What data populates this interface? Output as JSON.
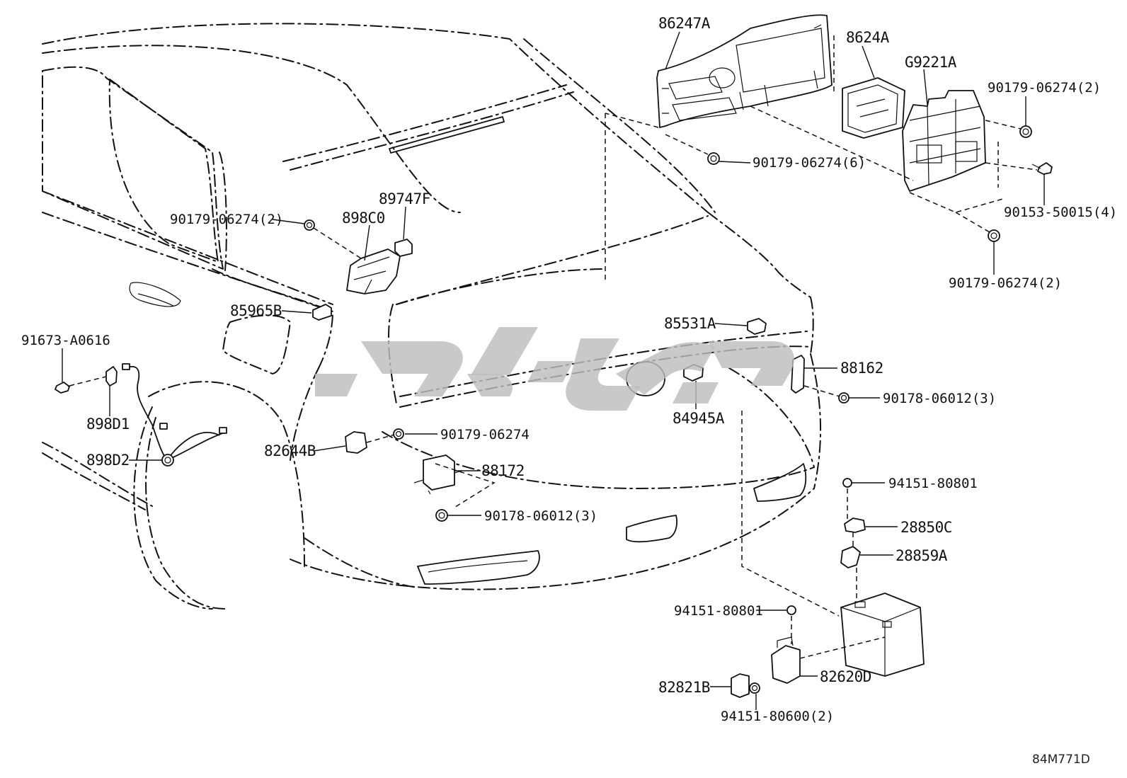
{
  "diagram": {
    "reference_code": "84M771D",
    "part_labels": [
      {
        "id": "p86247A",
        "text": "86247A"
      },
      {
        "id": "p8624A",
        "text": "8624A"
      },
      {
        "id": "pG9221A",
        "text": "G9221A"
      },
      {
        "id": "p90179_06274_2_a",
        "text": "90179-06274(2)"
      },
      {
        "id": "p90179_06274_6",
        "text": "90179-06274(6)"
      },
      {
        "id": "p90153_50015_4",
        "text": "90153-50015(4)"
      },
      {
        "id": "p90179_06274_2_b",
        "text": "90179-06274(2)"
      },
      {
        "id": "p89747F",
        "text": "89747F"
      },
      {
        "id": "p898C0",
        "text": "898C0"
      },
      {
        "id": "p90179_06274_2_c",
        "text": "90179-06274(2)"
      },
      {
        "id": "p85965B",
        "text": "85965B"
      },
      {
        "id": "p91673_A0616",
        "text": "91673-A0616"
      },
      {
        "id": "p898D1",
        "text": "898D1"
      },
      {
        "id": "p898D2",
        "text": "898D2"
      },
      {
        "id": "p82644B",
        "text": "82644B"
      },
      {
        "id": "p90179_06274",
        "text": "90179-06274"
      },
      {
        "id": "p88172",
        "text": "88172"
      },
      {
        "id": "p90178_06012_3_a",
        "text": "90178-06012(3)"
      },
      {
        "id": "p85531A",
        "text": "85531A"
      },
      {
        "id": "p88162",
        "text": "88162"
      },
      {
        "id": "p90178_06012_3_b",
        "text": "90178-06012(3)"
      },
      {
        "id": "p84945A",
        "text": "84945A"
      },
      {
        "id": "p94151_80801_a",
        "text": "94151-80801"
      },
      {
        "id": "p28850C",
        "text": "28850C"
      },
      {
        "id": "p28859A",
        "text": "28859A"
      },
      {
        "id": "p94151_80801_b",
        "text": "94151-80801"
      },
      {
        "id": "p82620D",
        "text": "82620D"
      },
      {
        "id": "p82821B",
        "text": "82821B"
      },
      {
        "id": "p94151_80600_2",
        "text": "94151-80600(2)"
      }
    ]
  }
}
